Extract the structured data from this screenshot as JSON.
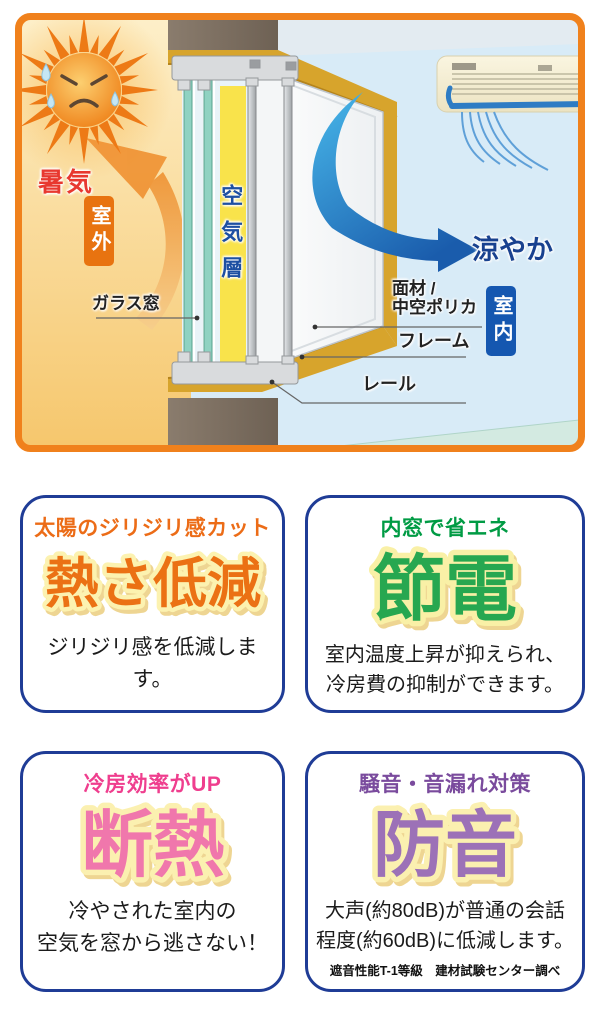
{
  "diagram": {
    "labels": {
      "heat": "暑気",
      "outdoor": "室外",
      "air_layer": "空気層",
      "glass_window": "ガラス窓",
      "face_material_line1": "面材 /",
      "face_material_line2": "中空ポリカ",
      "frame": "フレーム",
      "rail": "レール",
      "cool": "涼やか",
      "indoor": "室内"
    },
    "colors": {
      "border": "#F0811C",
      "heat_text": "#E8382F",
      "outdoor_badge": "#E87310",
      "air_text": "#1D50A2",
      "cool_text": "#18418F",
      "indoor_badge": "#1557B0",
      "arrow_warm": "#F09334",
      "arrow_cool": "#1E6CB8"
    }
  },
  "cards": [
    {
      "subtitle": "太陽のジリジリ感カット",
      "subtitle_color": "#EC6C17",
      "word": "熱さ低減",
      "word_color": "#EB7114",
      "outline_color": "#FCF2B0",
      "desc1": "ジリジリ感を低減します。",
      "desc2": "",
      "note": ""
    },
    {
      "subtitle": "内窓で省エネ",
      "subtitle_color": "#009B44",
      "word": "節電",
      "word_color": "#27A750",
      "outline_color": "#F9F0A6",
      "desc1": "室内温度上昇が抑えられ、",
      "desc2": "冷房費の抑制ができます。",
      "note": ""
    },
    {
      "subtitle": "冷房効率がUP",
      "subtitle_color": "#EF3E8E",
      "word": "断熱",
      "word_color": "#F077AC",
      "outline_color": "#FBF0B0",
      "desc1": "冷やされた室内の",
      "desc2": "空気を窓から逃さない！",
      "note": ""
    },
    {
      "subtitle": "騒音・音漏れ対策",
      "subtitle_color": "#7A4B9D",
      "word": "防音",
      "word_color": "#9C71B7",
      "outline_color": "#FBF0B0",
      "desc1": "大声(約80dB)が普通の会話",
      "desc2": "程度(約60dB)に低減します。",
      "note": "遮音性能T-1等級　建材試験センター調べ"
    }
  ]
}
